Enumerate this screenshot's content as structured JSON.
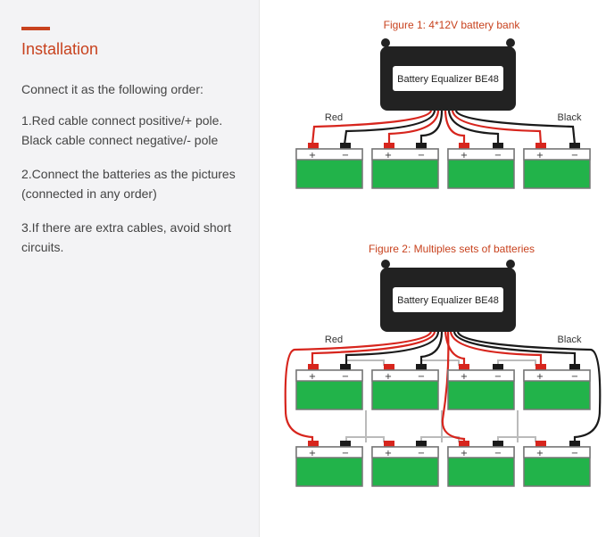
{
  "left": {
    "heading": "Installation",
    "intro": "Connect it as the following order:",
    "steps": [
      "1.Red cable connect positive/+ pole. Black cable connect negative/- pole",
      "2.Connect the batteries as the pictures (connected in any order)",
      "3.If there are extra cables, avoid short circuits."
    ]
  },
  "figure1": {
    "title": "Figure 1: 4*12V battery bank",
    "equalizer_label": "Battery Equalizer BE48",
    "red_label": "Red",
    "black_label": "Black"
  },
  "figure2": {
    "title": "Figure 2: Multiples sets of batteries",
    "equalizer_label": "Battery Equalizer BE48",
    "red_label": "Red",
    "black_label": "Black"
  },
  "pole_plus": "+",
  "pole_minus": "−",
  "colors": {
    "accent": "#c8421e",
    "battery_fill": "#22b34a",
    "red_cable": "#d7251d",
    "black_cable": "#1a1a1a",
    "equalizer_body": "#222222"
  }
}
